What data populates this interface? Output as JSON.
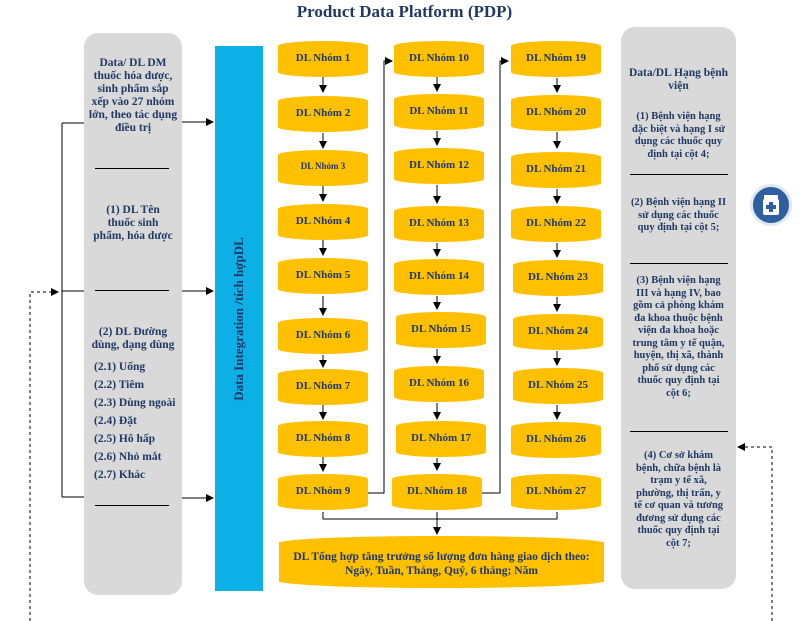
{
  "title": "Product Data Platform (PDP)",
  "left_panel": {
    "section1": "Data/ DL DM thuốc hóa dược, sinh phẩm sắp xếp vào 27 nhóm lớn, theo tác dụng điều trị",
    "section2": "(1) DL Tên thuốc sinh phẩm, hóa dược",
    "section3_title": "(2) DL Đường dùng, dạng dùng",
    "section3_items": [
      "(2.1) Uống",
      "(2.2) Tiêm",
      "(2.3) Dùng ngoài",
      "(2.4) Đặt",
      "(2.5) Hô hấp",
      "(2.6) Nhỏ mắt",
      "(2.7) Khác"
    ]
  },
  "integration_label": "Data Integration /tích hợpDL",
  "groups": [
    "DL Nhóm 1",
    "DL Nhóm 2",
    "DL Nhóm 3",
    "DL Nhóm 4",
    "DL Nhóm 5",
    "DL Nhóm 6",
    "DL Nhóm 7",
    "DL Nhóm 8",
    "DL Nhóm 9",
    "DL Nhóm 10",
    "DL Nhóm 11",
    "DL Nhóm 12",
    "DL Nhóm 13",
    "DL Nhóm 14",
    "DL Nhóm 15",
    "DL Nhóm 16",
    "DL Nhóm 17",
    "DL Nhóm 18",
    "DL Nhóm 19",
    "DL Nhóm 20",
    "DL Nhóm 21",
    "DL Nhóm 22",
    "DL Nhóm 23",
    "DL Nhóm 24",
    "DL Nhóm 25",
    "DL Nhóm 26",
    "DL Nhóm 27"
  ],
  "summary": "DL Tổng hợp tăng trưởng số lượng đơn hàng giao dịch theo: Ngày, Tuần, Tháng, Quý, 6 tháng; Năm",
  "right_panel": {
    "title": "Data/DL Hạng bệnh viện",
    "items": [
      "(1) Bệnh viện hạng đặc biệt và hạng I sử dụng các thuốc quy định tại cột 4;",
      "(2) Bệnh viện hạng II sử dụng các thuốc quy định tại cột 5;",
      "(3) Bệnh viện hạng III và hạng IV, bao gồm cả phòng khám đa khoa thuộc bệnh viện đa khoa hoặc trung tâm y tế quận, huyện, thị xã, thành phố sử dụng các thuốc quy định tại cột 6;",
      "(4) Cơ sở khám bệnh, chữa bệnh là trạm y tế xã, phường, thị trấn, y tế cơ quan và tương đương sử dụng các thuốc quy định tại cột 7;"
    ]
  },
  "icons": [
    "medicine-jar-icon"
  ]
}
